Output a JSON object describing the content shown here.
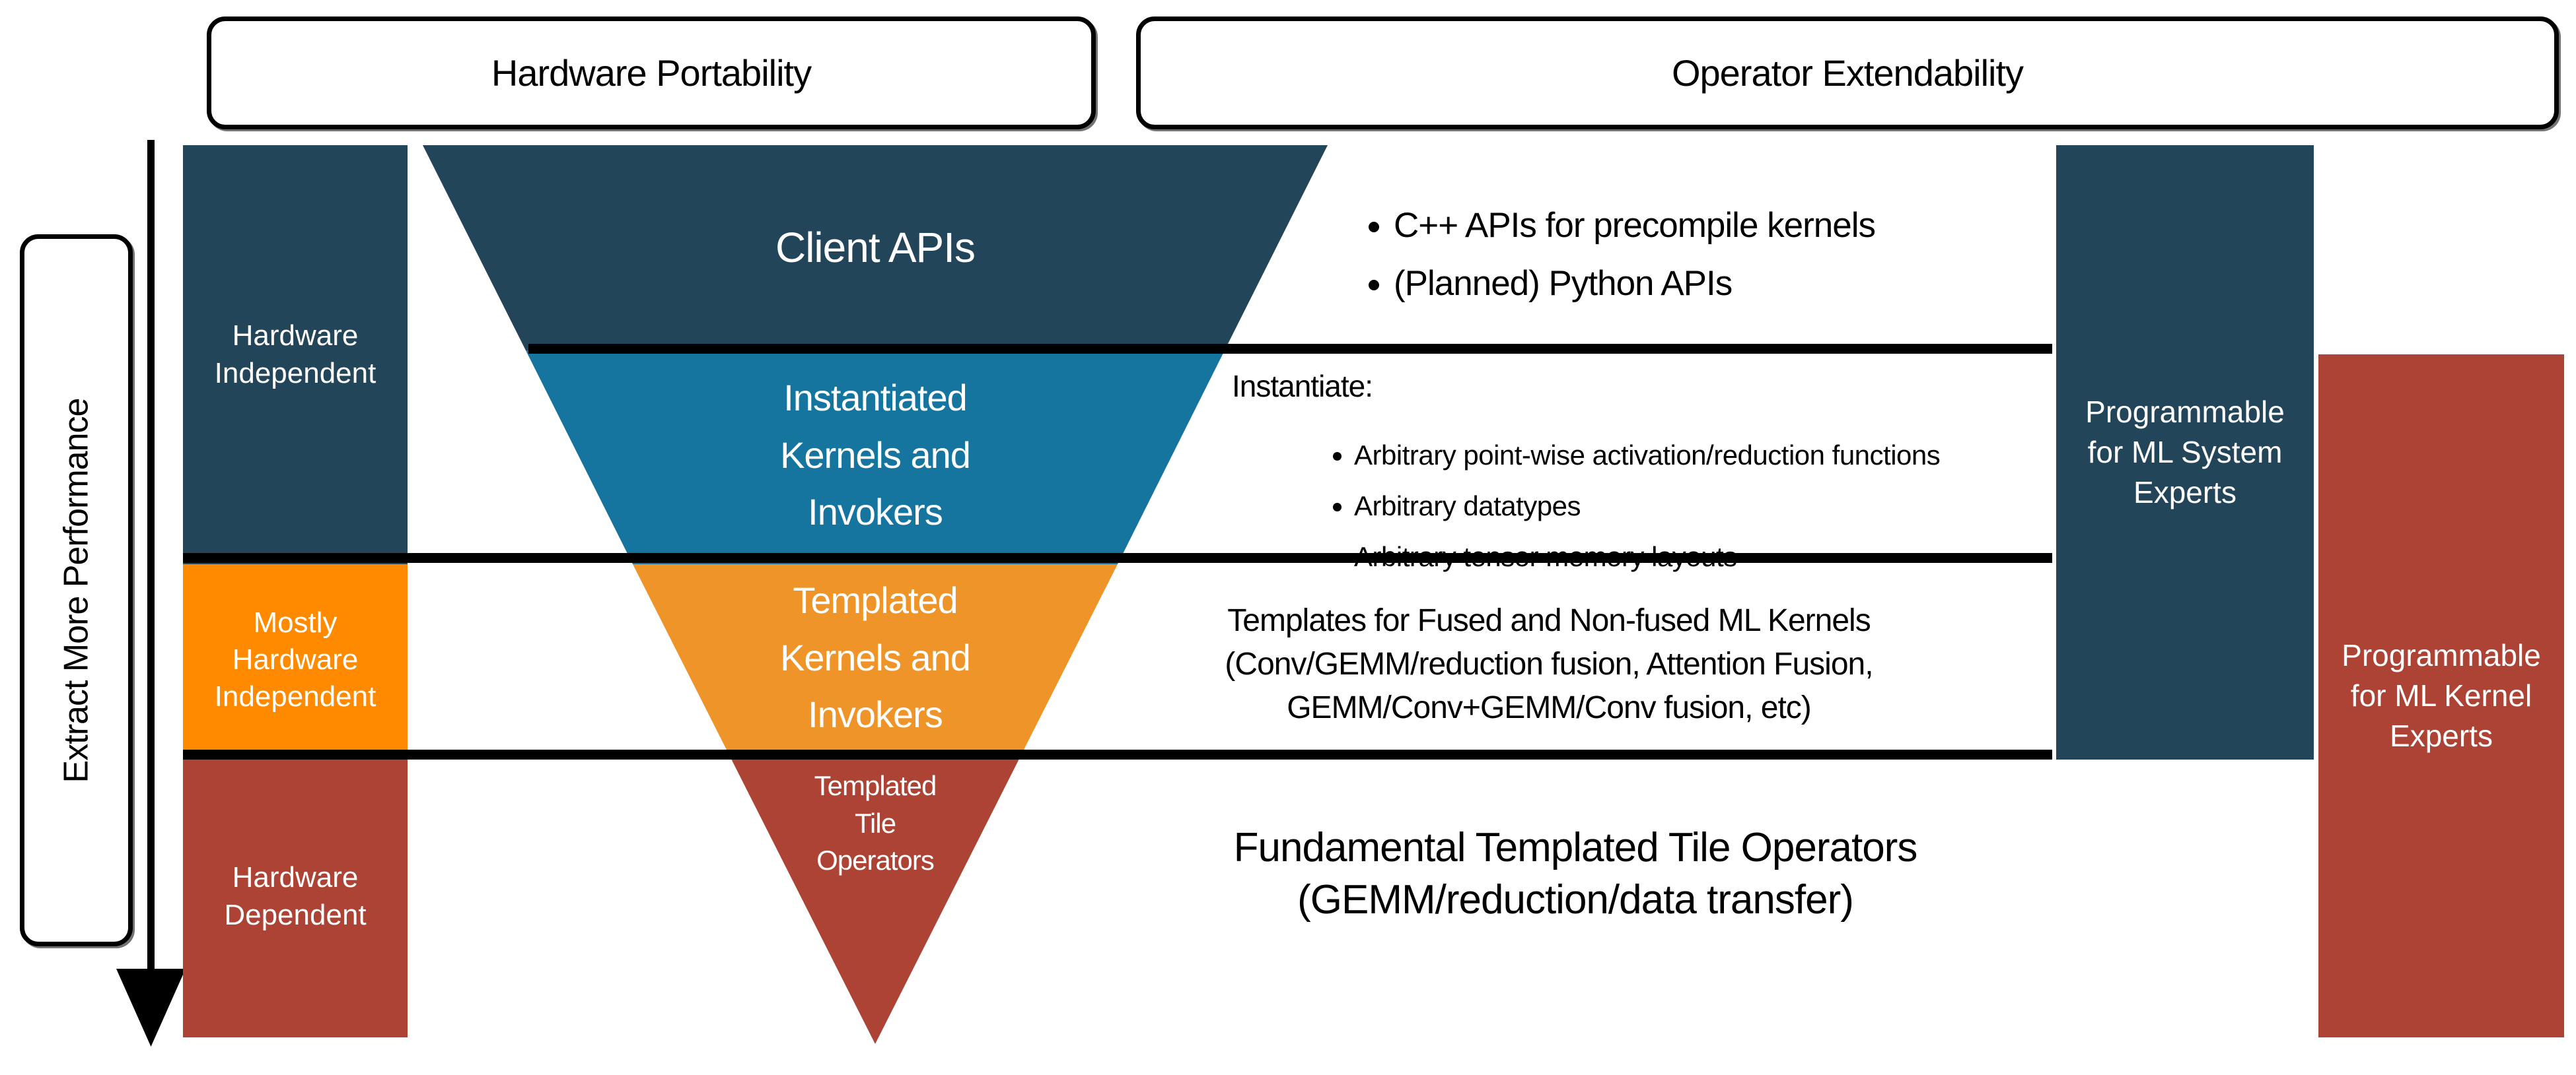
{
  "colors": {
    "dark_blue": "#23455a",
    "teal": "#15759e",
    "funnel_orange": "#ee9428",
    "bright_orange": "#ff8a00",
    "red": "#ad4334",
    "line": "#000000"
  },
  "header": {
    "left_box": "Hardware Portability",
    "right_box": "Operator Extendability"
  },
  "left_axis": {
    "label": "Extract More Performance"
  },
  "left_column": {
    "hardware_independent": "Hardware\nIndependent",
    "mostly_hardware_independent": "Mostly\nHardware\nIndependent",
    "hardware_dependent": "Hardware\nDependent"
  },
  "funnel": {
    "client": "Client APIs",
    "instantiated": "Instantiated\nKernels and\nInvokers",
    "templated": "Templated\nKernels and\nInvokers",
    "tile": "Templated\nTile\nOperators"
  },
  "right_columns": {
    "ml_system": "Programmable\nfor ML System\nExperts",
    "ml_kernel": "Programmable\nfor ML Kernel\nExperts"
  },
  "annotations": {
    "client_bullets": [
      "C++ APIs for precompile kernels",
      "(Planned) Python APIs"
    ],
    "instantiate_heading": "Instantiate:",
    "instantiate_bullets": [
      "Arbitrary point-wise activation/reduction functions",
      "Arbitrary datatypes",
      "Arbitrary tensor memory layouts"
    ],
    "templates_text": "Templates for Fused and Non-fused ML Kernels\n(Conv/GEMM/reduction fusion, Attention Fusion,\nGEMM/Conv+GEMM/Conv fusion, etc)",
    "fundamental_text": "Fundamental Templated Tile Operators\n(GEMM/reduction/data transfer)"
  }
}
